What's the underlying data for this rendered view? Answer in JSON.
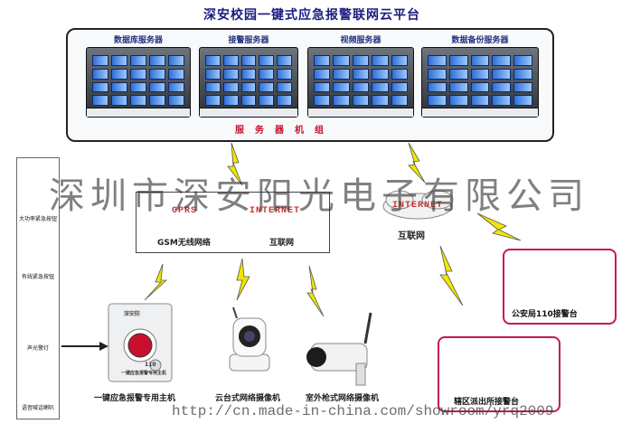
{
  "title": "深安校园一键式应急报警联网云平台",
  "servers": [
    {
      "label": "数据库服务器"
    },
    {
      "label": "接警服务器"
    },
    {
      "label": "视频服务器"
    },
    {
      "label": "数据备份服务器"
    }
  ],
  "server_group_label": "服务器机组",
  "network": {
    "gprs_cloud": "GPRS",
    "internet_cloud": "INTERNET",
    "gsm_label": "GSM无线网络",
    "internet_label": "互联网",
    "right_cloud": "INTERNET",
    "right_label": "互联网"
  },
  "devices": [
    {
      "label": "大功率紧急按钮"
    },
    {
      "label": "有线紧急按钮"
    },
    {
      "label": "声光警灯"
    },
    {
      "label": "语音喊话喇叭"
    }
  ],
  "host": {
    "label": "一键应急报警专用主机",
    "panel_brand": "深安防",
    "panel_caption": "一键应急报警专用主机",
    "panel_number": "110"
  },
  "cameras": [
    {
      "label": "云台式网络摄像机"
    },
    {
      "label": "室外枪式网络摄像机"
    }
  ],
  "stations": [
    {
      "label": "公安局110接警台"
    },
    {
      "label": "辖区派出所接警台"
    }
  ],
  "watermark": "深圳市深安阳光电子有限公司",
  "url": "http://cn.made-in-china.com/showroom/yrq2009",
  "colors": {
    "title": "#1a1a80",
    "alert_red": "#c8102e",
    "lightning": "#f2e600",
    "station_border": "#c2185b"
  }
}
